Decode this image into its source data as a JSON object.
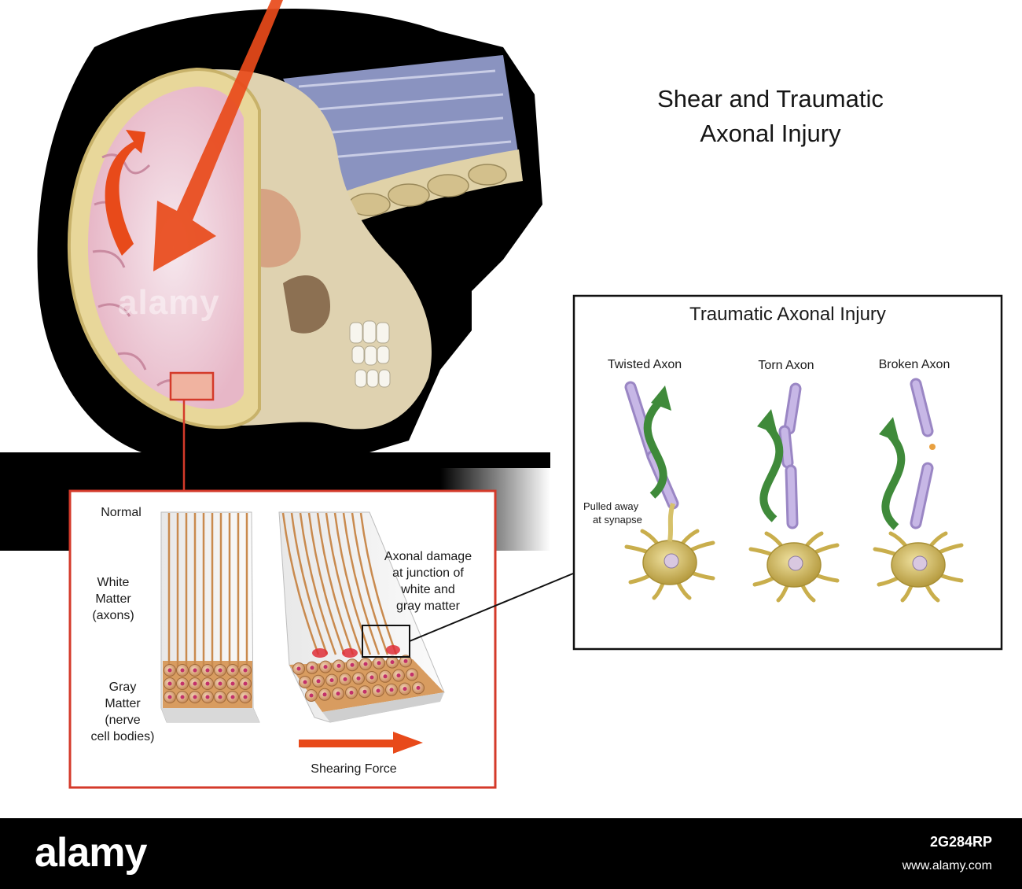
{
  "title": {
    "line1": "Shear and Traumatic",
    "line2": "Axonal Injury"
  },
  "inset_left": {
    "normal_label": "Normal",
    "white_matter": [
      "White",
      "Matter",
      "(axons)"
    ],
    "gray_matter": [
      "Gray",
      "Matter",
      "(nerve",
      "cell bodies)"
    ],
    "damage_label": [
      "Axonal damage",
      "at junction of",
      "white and",
      "gray matter"
    ],
    "force_label": "Shearing Force"
  },
  "inset_right": {
    "title": "Traumatic Axonal Injury",
    "types": [
      "Twisted Axon",
      "Torn Axon",
      "Broken Axon"
    ],
    "pulled_label": [
      "Pulled away",
      "at synapse"
    ]
  },
  "watermark": "alamy",
  "footer": {
    "logo": "alamy",
    "image_id": "2G284RP",
    "url": "www.alamy.com"
  },
  "colors": {
    "arrow": "#e84a1a",
    "callout_red": "#d43a2a",
    "twist_arrow": "#3f8a3a",
    "axon": "#b7a4d8",
    "neuron": "#d6c16a"
  }
}
